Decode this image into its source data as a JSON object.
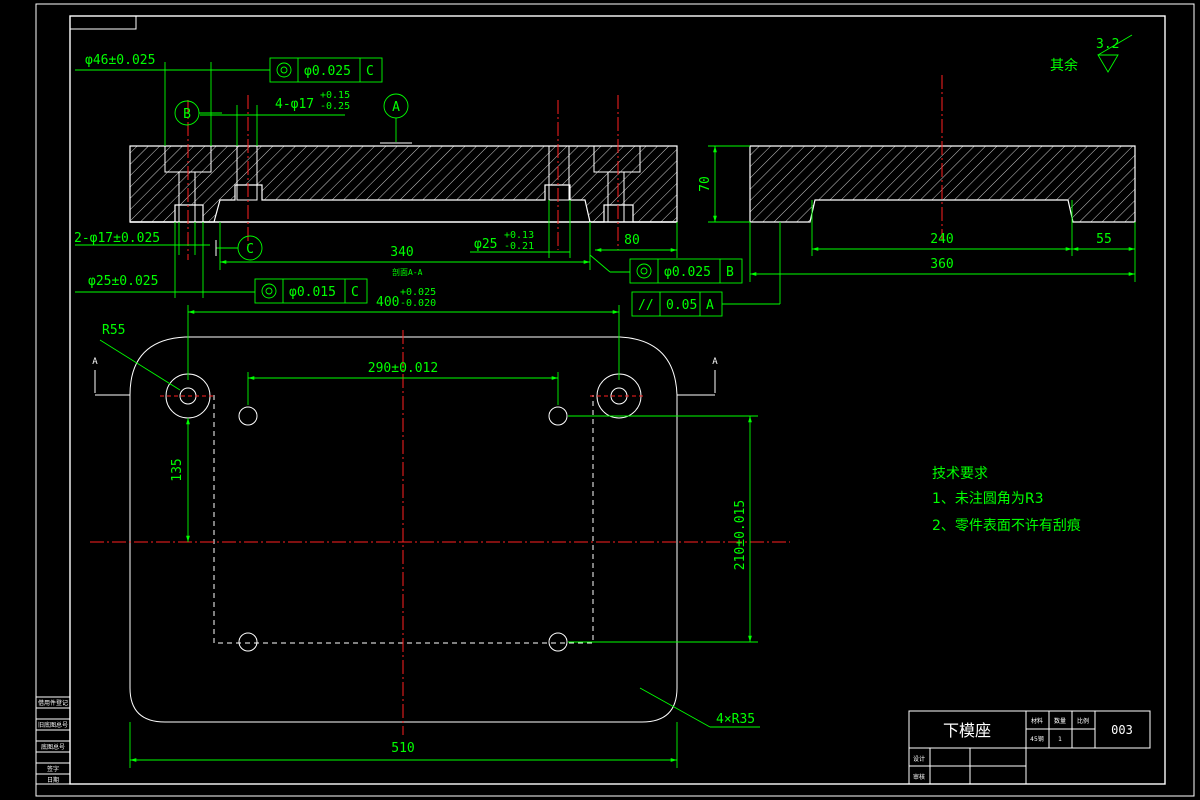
{
  "dims": {
    "d46": "φ46±0.025",
    "fcf_c1_tol": "φ0.025",
    "fcf_c1_ref": "C",
    "holes4": "4-φ17",
    "holes4_up": "+0.15",
    "holes4_dn": "-0.25",
    "datum_a": "A",
    "datum_b": "B",
    "datum_c": "C",
    "d17_2": "2-φ17±0.025",
    "w340": "340",
    "d25tol": "φ25",
    "d25_up": "+0.13",
    "d25_dn": "-0.21",
    "w80": "80",
    "h70": "70",
    "w240": "240",
    "w55": "55",
    "w360": "360",
    "d25": "φ25±0.025",
    "fcf_c2_tol": "φ0.015",
    "fcf_c2_ref": "C",
    "section_note": "剖面A-A",
    "w400": "400",
    "w400_up": "+0.025",
    "w400_dn": "-0.020",
    "fcf_b_tol": "φ0.025",
    "fcf_b_ref": "B",
    "fcf_par_sym": "//",
    "fcf_par_tol": "0.05",
    "fcf_par_ref": "A",
    "r55": "R55",
    "w290": "290±0.012",
    "h135": "135",
    "h210": "210±0.015",
    "r35": "4×R35",
    "w510": "510",
    "cut_a_left": "A",
    "cut_a_right": "A",
    "roughness": "3.2",
    "roughness_rest": "其余"
  },
  "tech": {
    "title": "技术要求",
    "item1": "1、未注圆角为R3",
    "item2": "2、零件表面不许有刮痕"
  },
  "title_block": {
    "part_name": "下模座",
    "material_label": "材料",
    "qty_label": "数量",
    "scale_label": "比例",
    "material": "45钢",
    "qty": "1",
    "drawing_no": "003",
    "designer_label": "设计",
    "checker_label": "审核"
  },
  "side_block": [
    "借用件登记",
    "",
    "旧底图总号",
    "",
    "底图总号",
    "",
    "签字",
    "日期"
  ],
  "colors": {
    "background": "#000000",
    "dimension": "#00ff00",
    "outline": "#ffffff",
    "centerline": "#ff2020"
  }
}
